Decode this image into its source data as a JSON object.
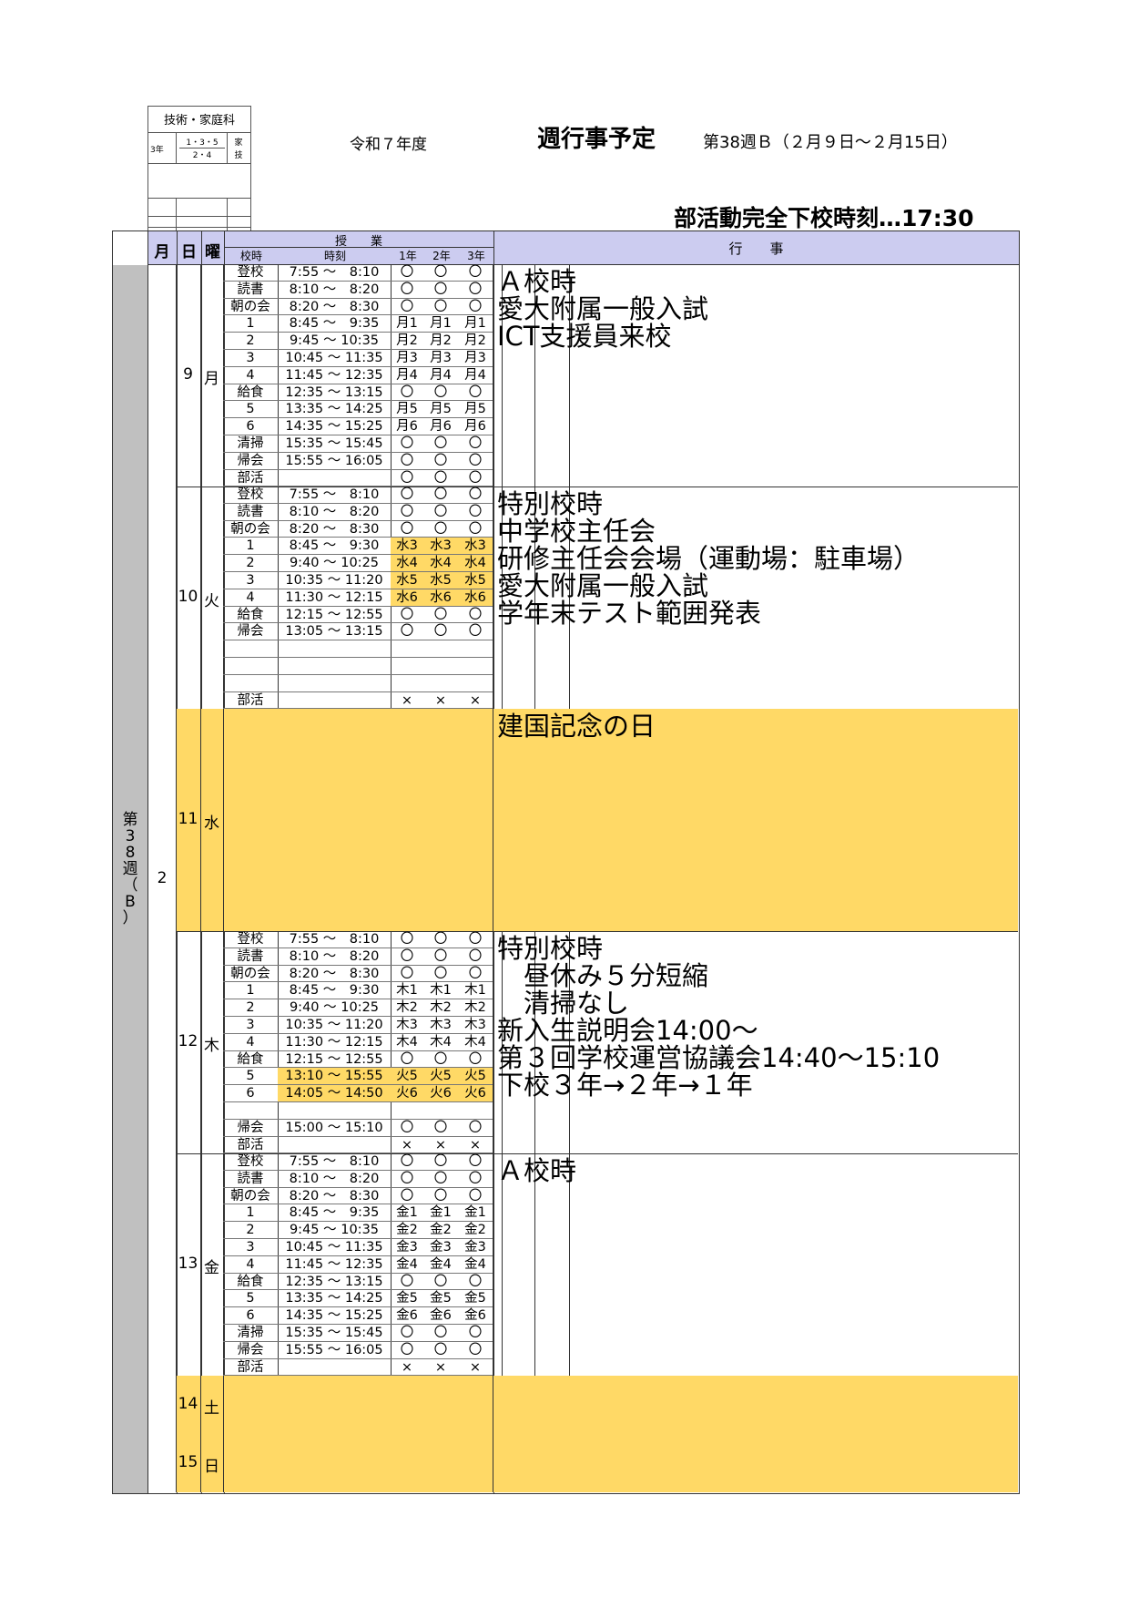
{
  "header": {
    "subject": "技術・家庭科",
    "grade": "3年",
    "classes_a": "1・3・5",
    "classes_a_tag": "家",
    "classes_b": "2・4",
    "classes_b_tag": "技",
    "year": "令和７年度",
    "title": "週行事予定",
    "range": "第38週Ｂ（２月９日～２月15日）",
    "club_end": "部活動完全下校時刻…17:30"
  },
  "columns": {
    "month": "月",
    "day": "日",
    "dow": "曜",
    "lessons": "授　　業",
    "period": "校時",
    "time": "時刻",
    "g1": "1年",
    "g2": "2年",
    "g3": "3年",
    "events": "行　　事"
  },
  "week_label": "第\n3\n8\n週\n（\nB\n）",
  "month_value": "2",
  "days": [
    {
      "day": "9",
      "dow": "月",
      "rows": [
        [
          "登校",
          "7:55 ～　8:10",
          "〇",
          "〇",
          "〇"
        ],
        [
          "読書",
          "8:10 ～　8:20",
          "〇",
          "〇",
          "〇"
        ],
        [
          "朝の会",
          "8:20 ～　8:30",
          "〇",
          "〇",
          "〇"
        ],
        [
          "1",
          "8:45 ～　9:35",
          "月1",
          "月1",
          "月1"
        ],
        [
          "2",
          "9:45 ～ 10:35",
          "月2",
          "月2",
          "月2"
        ],
        [
          "3",
          "10:45 ～ 11:35",
          "月3",
          "月3",
          "月3"
        ],
        [
          "4",
          "11:45 ～ 12:35",
          "月4",
          "月4",
          "月4"
        ],
        [
          "給食",
          "12:35 ～ 13:15",
          "〇",
          "〇",
          "〇"
        ],
        [
          "5",
          "13:35 ～ 14:25",
          "月5",
          "月5",
          "月5"
        ],
        [
          "6",
          "14:35 ～ 15:25",
          "月6",
          "月6",
          "月6"
        ],
        [
          "清掃",
          "15:35 ～ 15:45",
          "〇",
          "〇",
          "〇"
        ],
        [
          "帰会",
          "15:55 ～ 16:05",
          "〇",
          "〇",
          "〇"
        ],
        [
          "部活",
          "",
          "〇",
          "〇",
          "〇"
        ]
      ],
      "events": "Ａ校時\n愛大附属一般入試\nICT支援員来校"
    },
    {
      "day": "10",
      "dow": "火",
      "rows": [
        [
          "登校",
          "7:55 ～　8:10",
          "〇",
          "〇",
          "〇"
        ],
        [
          "読書",
          "8:10 ～　8:20",
          "〇",
          "〇",
          "〇"
        ],
        [
          "朝の会",
          "8:20 ～　8:30",
          "〇",
          "〇",
          "〇"
        ],
        [
          "1",
          "8:45 ～　9:30",
          "水3",
          "水3",
          "水3"
        ],
        [
          "2",
          "9:40 ～ 10:25",
          "水4",
          "水4",
          "水4"
        ],
        [
          "3",
          "10:35 ～ 11:20",
          "水5",
          "水5",
          "水5"
        ],
        [
          "4",
          "11:30 ～ 12:15",
          "水6",
          "水6",
          "水6"
        ],
        [
          "給食",
          "12:15 ～ 12:55",
          "〇",
          "〇",
          "〇"
        ],
        [
          "帰会",
          "13:05 ～ 13:15",
          "〇",
          "〇",
          "〇"
        ],
        [
          "",
          "",
          "",
          "",
          ""
        ],
        [
          "",
          "",
          "",
          "",
          ""
        ],
        [
          "",
          "",
          "",
          "",
          ""
        ],
        [
          "部活",
          "",
          "×",
          "×",
          "×"
        ]
      ],
      "events": "特別校時\n中学校主任会\n研修主任会会場（運動場：駐車場）\n愛大附属一般入試\n学年末テスト範囲発表"
    },
    {
      "day": "11",
      "dow": "水",
      "holiday": true,
      "events": "建国記念の日"
    },
    {
      "day": "12",
      "dow": "木",
      "rows": [
        [
          "登校",
          "7:55 ～　8:10",
          "〇",
          "〇",
          "〇"
        ],
        [
          "読書",
          "8:10 ～　8:20",
          "〇",
          "〇",
          "〇"
        ],
        [
          "朝の会",
          "8:20 ～　8:30",
          "〇",
          "〇",
          "〇"
        ],
        [
          "1",
          "8:45 ～　9:30",
          "木1",
          "木1",
          "木1"
        ],
        [
          "2",
          "9:40 ～ 10:25",
          "木2",
          "木2",
          "木2"
        ],
        [
          "3",
          "10:35 ～ 11:20",
          "木3",
          "木3",
          "木3"
        ],
        [
          "4",
          "11:30 ～ 12:15",
          "木4",
          "木4",
          "木4"
        ],
        [
          "給食",
          "12:15 ～ 12:55",
          "〇",
          "〇",
          "〇"
        ],
        [
          "5",
          "13:10 ～ 15:55",
          "火5",
          "火5",
          "火5"
        ],
        [
          "6",
          "14:05 ～ 14:50",
          "火6",
          "火6",
          "火6"
        ],
        [
          "",
          "",
          "",
          "",
          ""
        ],
        [
          "帰会",
          "15:00 ～ 15:10",
          "〇",
          "〇",
          "〇"
        ],
        [
          "部活",
          "",
          "×",
          "×",
          "×"
        ]
      ],
      "events": "特別校時\n　昼休み５分短縮\n　清掃なし\n新入生説明会14:00～\n第３回学校運営協議会14:40～15:10\n下校３年→２年→１年"
    },
    {
      "day": "13",
      "dow": "金",
      "rows": [
        [
          "登校",
          "7:55 ～　8:10",
          "〇",
          "〇",
          "〇"
        ],
        [
          "読書",
          "8:10 ～　8:20",
          "〇",
          "〇",
          "〇"
        ],
        [
          "朝の会",
          "8:20 ～　8:30",
          "〇",
          "〇",
          "〇"
        ],
        [
          "1",
          "8:45 ～　9:35",
          "金1",
          "金1",
          "金1"
        ],
        [
          "2",
          "9:45 ～ 10:35",
          "金2",
          "金2",
          "金2"
        ],
        [
          "3",
          "10:45 ～ 11:35",
          "金3",
          "金3",
          "金3"
        ],
        [
          "4",
          "11:45 ～ 12:35",
          "金4",
          "金4",
          "金4"
        ],
        [
          "給食",
          "12:35 ～ 13:15",
          "〇",
          "〇",
          "〇"
        ],
        [
          "5",
          "13:35 ～ 14:25",
          "金5",
          "金5",
          "金5"
        ],
        [
          "6",
          "14:35 ～ 15:25",
          "金6",
          "金6",
          "金6"
        ],
        [
          "清掃",
          "15:35 ～ 15:45",
          "〇",
          "〇",
          "〇"
        ],
        [
          "帰会",
          "15:55 ～ 16:05",
          "〇",
          "〇",
          "〇"
        ],
        [
          "部活",
          "",
          "×",
          "×",
          "×"
        ]
      ],
      "events": "Ａ校時"
    },
    {
      "day": "14",
      "dow": "土",
      "holiday": true,
      "events": ""
    },
    {
      "day": "15",
      "dow": "日",
      "holiday": true,
      "events": ""
    }
  ],
  "highlight_color": "#ffd966",
  "header_color": "#ccccf0"
}
